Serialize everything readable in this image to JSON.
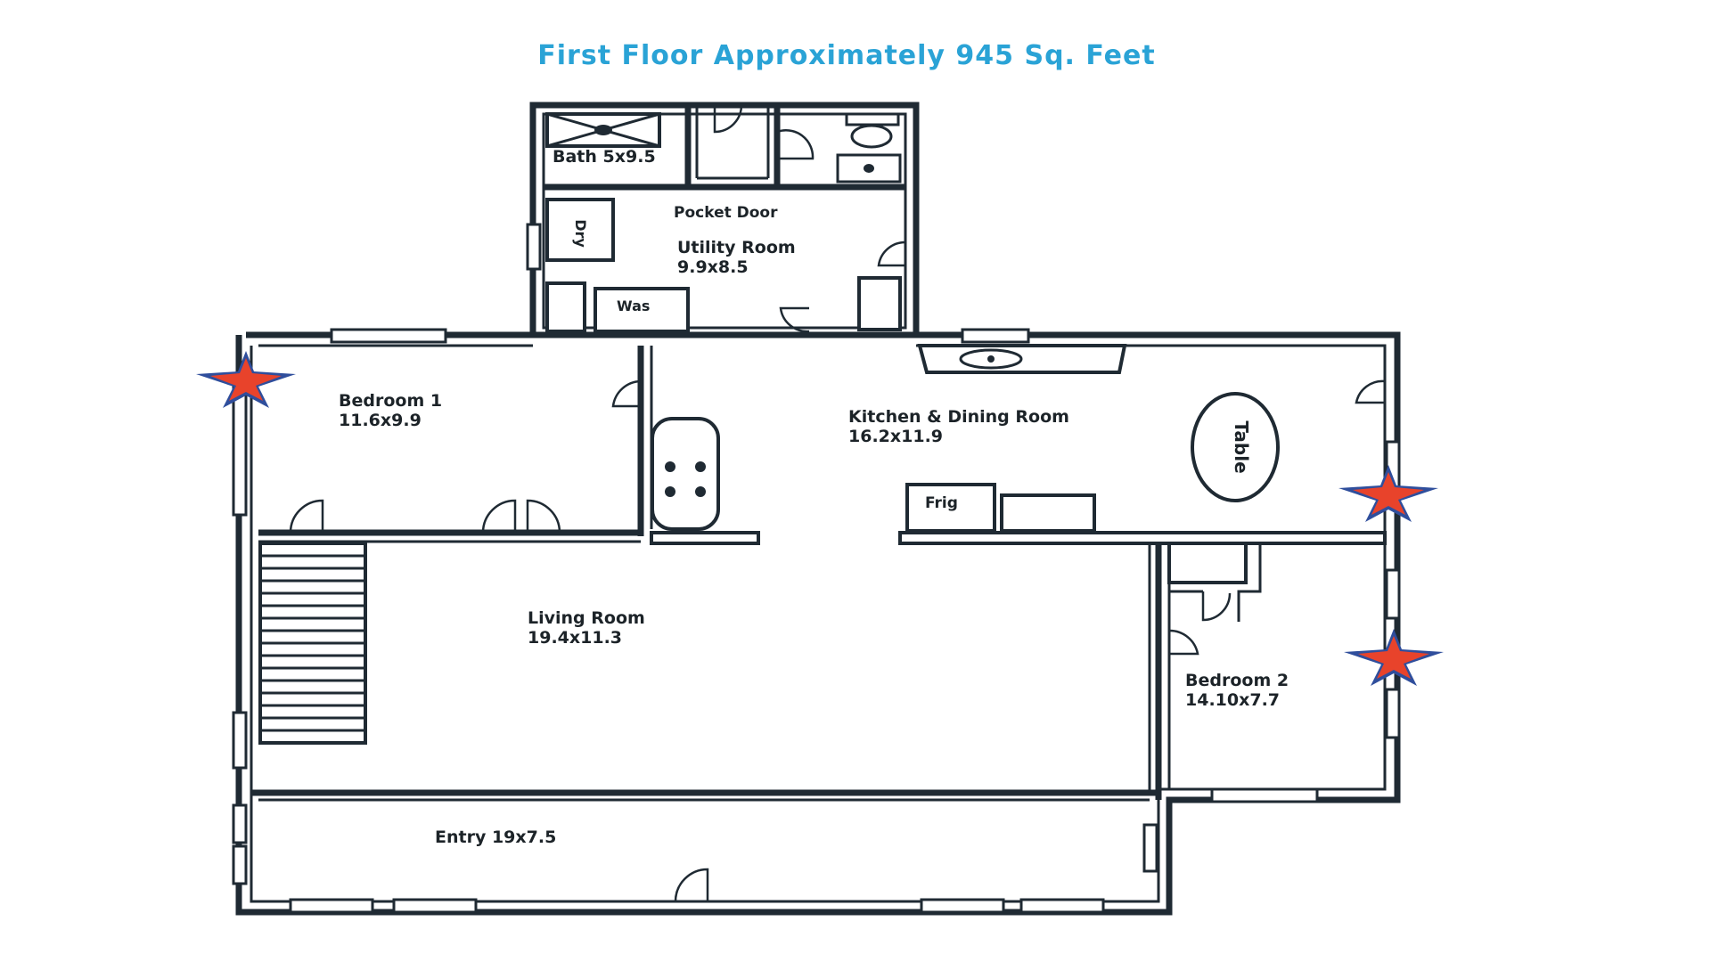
{
  "title": "First Floor Approximately 945 Sq. Feet",
  "rooms": {
    "bath": "Bath 5x9.5",
    "pocket_door": "Pocket Door",
    "utility_name": "Utility Room",
    "utility_size": "9.9x8.5",
    "dryer": "Dry",
    "washer": "Was",
    "bedroom1_name": "Bedroom 1",
    "bedroom1_size": "11.6x9.9",
    "kitchen_name": "Kitchen & Dining Room",
    "kitchen_size": "16.2x11.9",
    "table": "Table",
    "fridge": "Frig",
    "living_name": "Living Room",
    "living_size": "19.4x11.3",
    "bedroom2_name": "Bedroom 2",
    "bedroom2_size": "14.10x7.7",
    "entry": "Entry 19x7.5"
  },
  "colors": {
    "title": "#2aa3d6",
    "walls": "#1f2a33",
    "star_fill": "#e8432b",
    "star_outline": "#2f4e9c"
  }
}
